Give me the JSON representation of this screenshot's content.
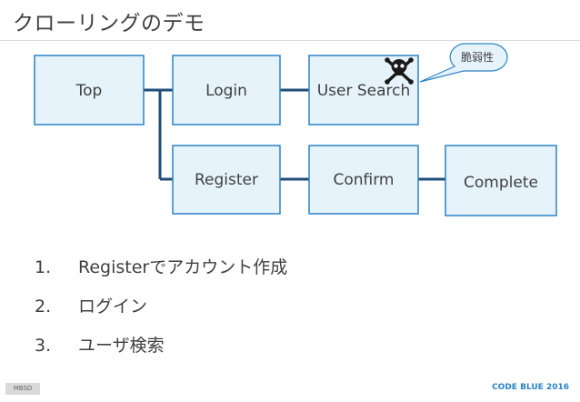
{
  "title": "クローリングのデモ",
  "nodes": {
    "top": "Top",
    "login": "Login",
    "user_search": "User Search",
    "register": "Register",
    "confirm": "Confirm",
    "complete": "Complete"
  },
  "callout": "脆弱性",
  "icons": {
    "vulnerability": "skull-crossbones-icon"
  },
  "steps": [
    {
      "num": "1.",
      "text": "Registerでアカウント作成"
    },
    {
      "num": "2.",
      "text": "ログイン"
    },
    {
      "num": "3.",
      "text": "ユーザ検索"
    }
  ],
  "footer": {
    "left": "MBSD",
    "right": "CODE BLUE 2016"
  },
  "colors": {
    "accent": "#2b83c6",
    "connector": "#1f4e79",
    "box_fill": "#e6f3fb"
  }
}
